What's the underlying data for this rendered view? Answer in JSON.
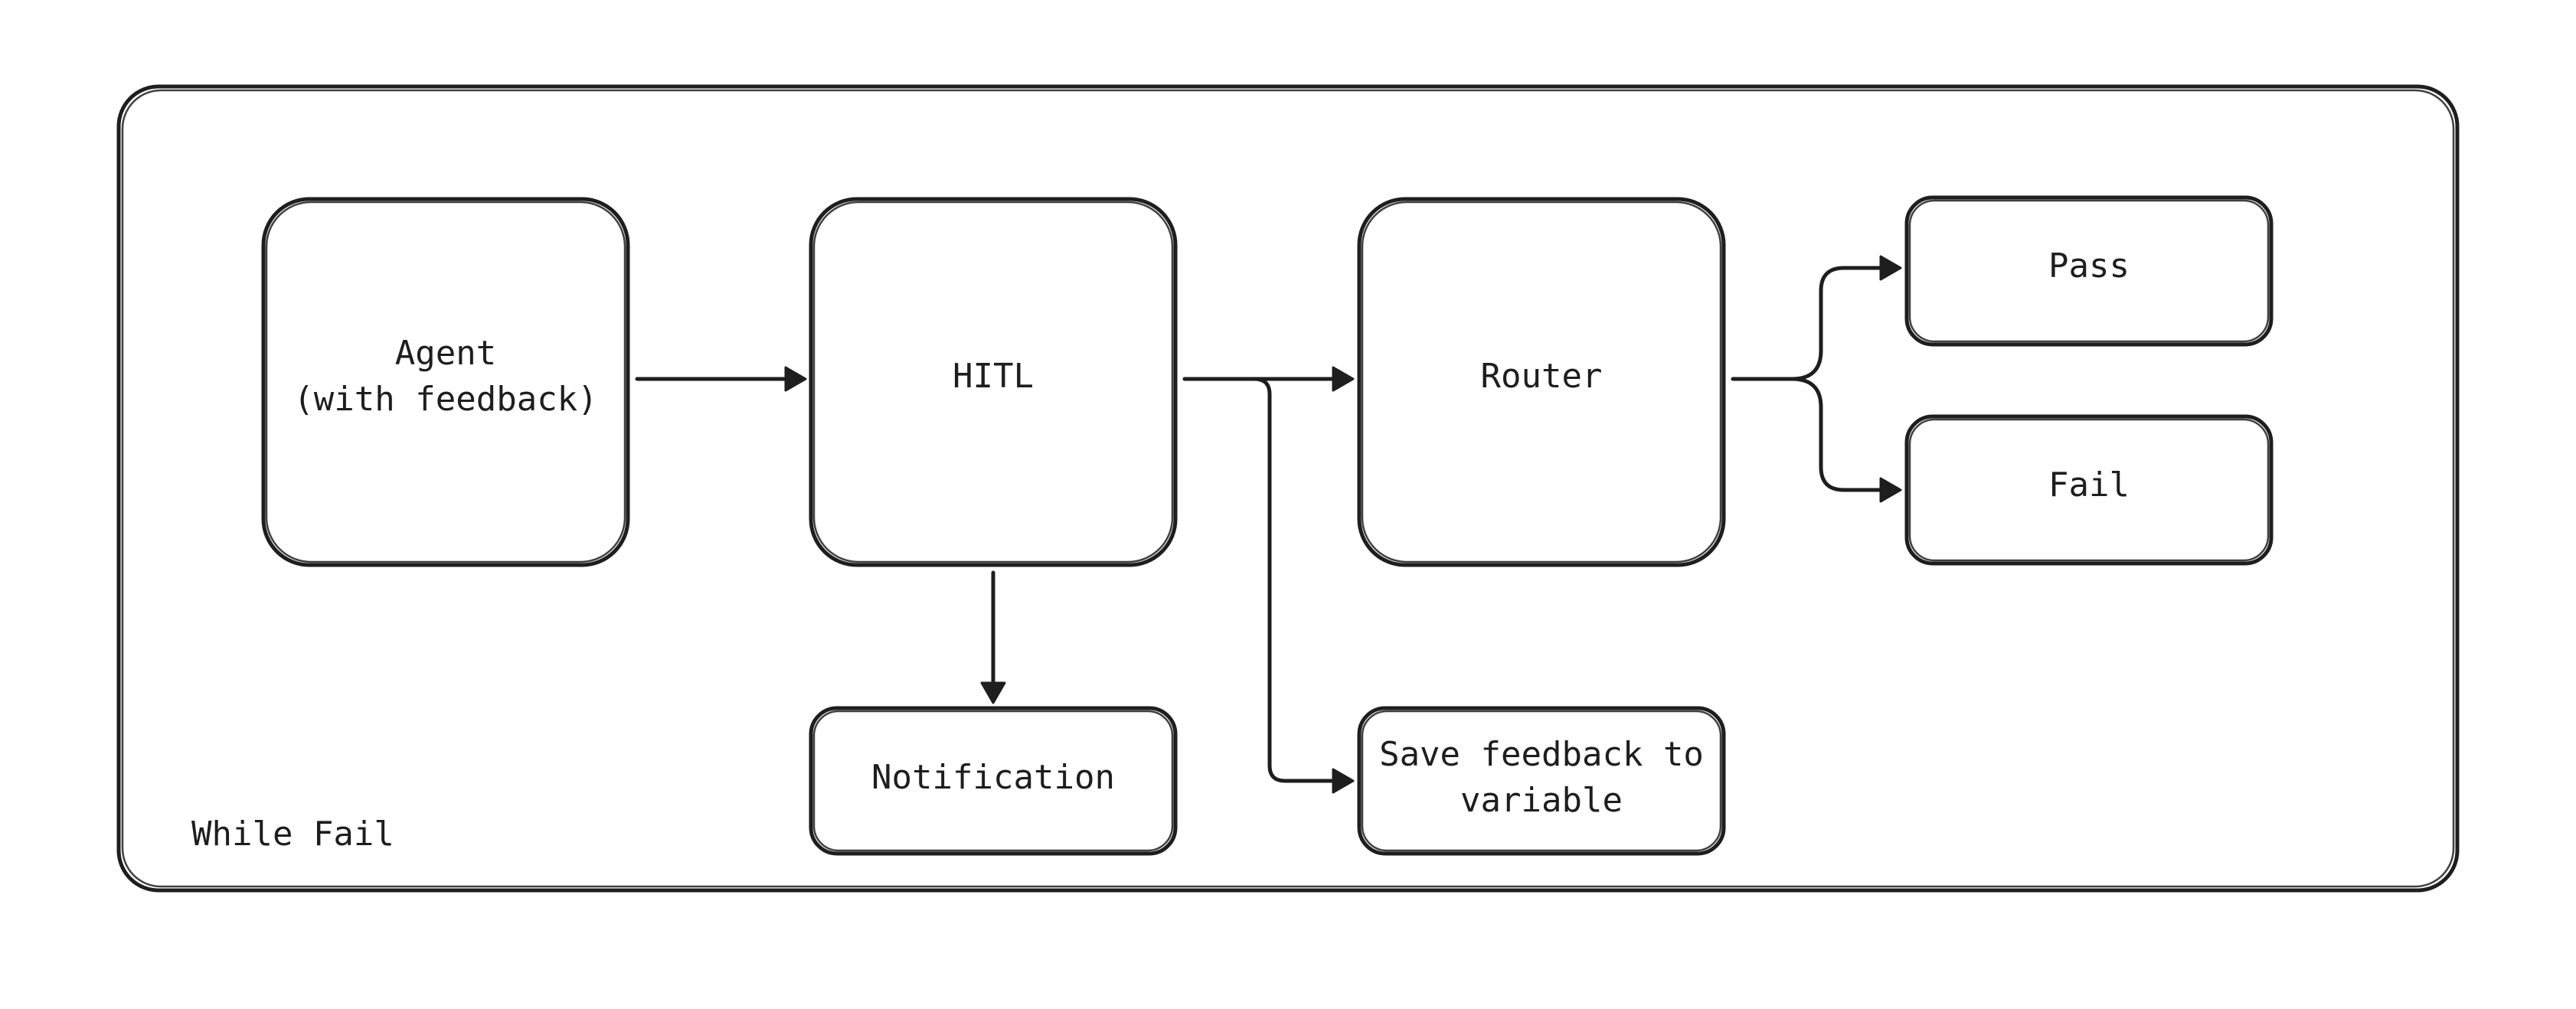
{
  "loop": {
    "label": "While Fail"
  },
  "nodes": {
    "agent": {
      "line1": "Agent",
      "line2": "(with feedback)"
    },
    "hitl": {
      "label": "HITL"
    },
    "router": {
      "label": "Router"
    },
    "pass": {
      "label": "Pass"
    },
    "fail": {
      "label": "Fail"
    },
    "notification": {
      "label": "Notification"
    },
    "save_feedback": {
      "line1": "Save feedback to",
      "line2": "variable"
    }
  },
  "edges": [
    {
      "from": "agent",
      "to": "hitl"
    },
    {
      "from": "hitl",
      "to": "router"
    },
    {
      "from": "hitl",
      "to": "notification"
    },
    {
      "from": "hitl",
      "to": "save_feedback"
    },
    {
      "from": "router",
      "to": "pass"
    },
    {
      "from": "router",
      "to": "fail"
    }
  ],
  "colors": {
    "stroke": "#1e1e1e",
    "background": "#ffffff"
  }
}
